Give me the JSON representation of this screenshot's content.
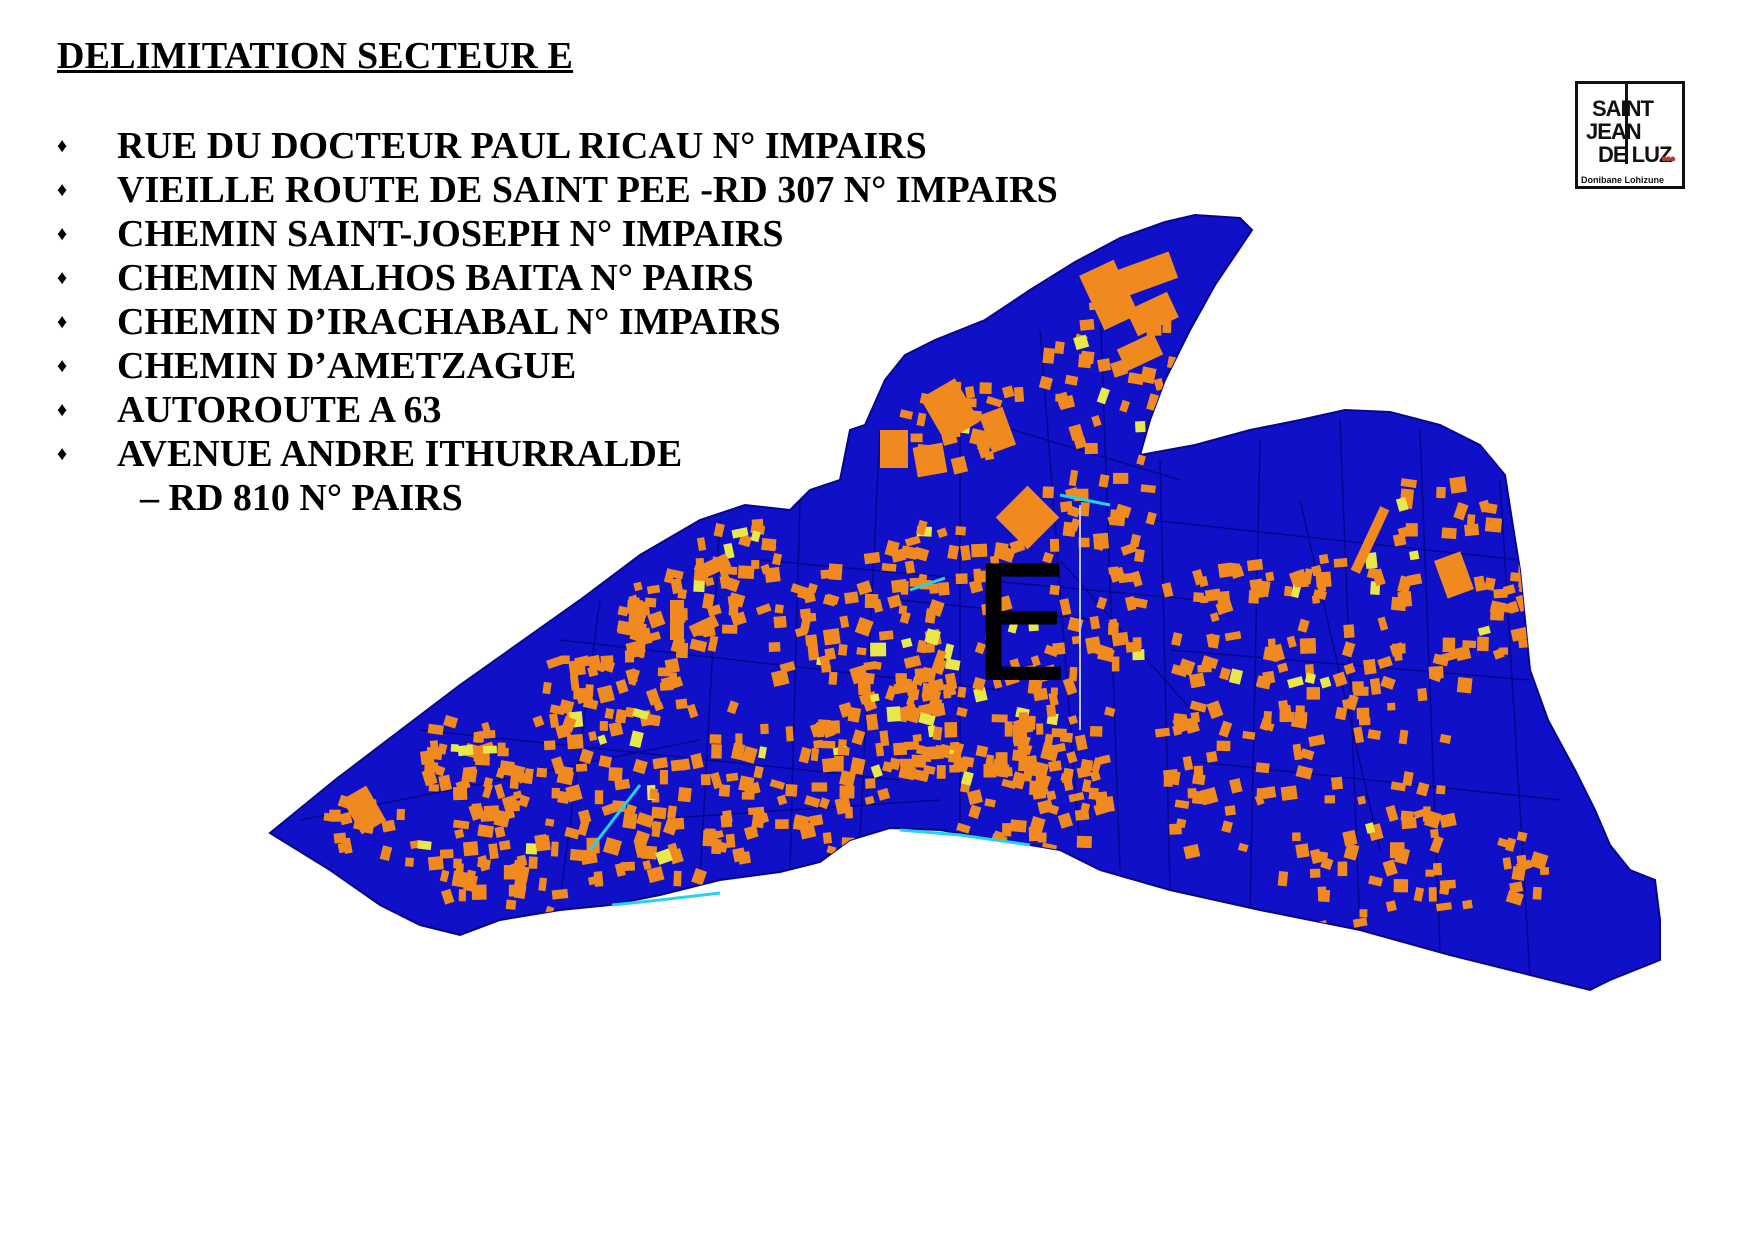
{
  "document": {
    "title": "DELIMITATION SECTEUR E",
    "bullet_symbol": "♦",
    "streets": [
      "RUE DU DOCTEUR PAUL RICAU N° IMPAIRS",
      "VIEILLE ROUTE DE SAINT PEE -RD 307 N° IMPAIRS",
      "CHEMIN SAINT-JOSEPH N° IMPAIRS",
      "CHEMIN MALHOS BAITA N° PAIRS",
      "CHEMIN D’IRACHABAL N° IMPAIRS",
      "CHEMIN D’AMETZAGUE",
      "AUTOROUTE A 63",
      "AVENUE ANDRE ITHURRALDE"
    ],
    "street_continuation": "– RD 810 N° PAIRS"
  },
  "logo": {
    "line1": "SAINT",
    "line2": "JEAN",
    "line3": "DE LUZ",
    "tagline": "Donibane Lohizune"
  },
  "map": {
    "sector_label": "E",
    "colors": {
      "sector_fill": "#1010c8",
      "sector_lines": "#06068a",
      "buildings": "#f08a1e",
      "waterways": "#27d3e8",
      "highlights": "#e8e84a"
    }
  }
}
